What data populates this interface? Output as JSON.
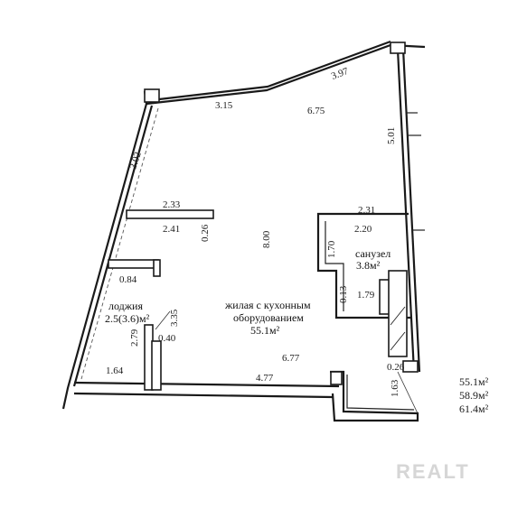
{
  "plan": {
    "dimensions": {
      "d_3_15": "3.15",
      "d_3_97": "3.97",
      "d_6_75": "6.75",
      "d_5_01": "5.01",
      "d_3_02": "3.02",
      "d_2_33": "2.33",
      "d_2_41": "2.41",
      "d_0_26_a": "0.26",
      "d_8_00": "8.00",
      "d_2_31": "2.31",
      "d_2_20": "2.20",
      "d_1_70": "1.70",
      "d_0_84": "0.84",
      "d_1_79": "1.79",
      "d_0_13": "0.13",
      "d_3_35": "3.35",
      "d_2_79": "2.79",
      "d_0_40": "0.40",
      "d_6_77": "6.77",
      "d_1_64": "1.64",
      "d_4_77": "4.77",
      "d_0_26_b": "0.26",
      "d_1_63": "1.63"
    },
    "rooms": {
      "bathroom_name": "санузел",
      "bathroom_area": "3.8м²",
      "loggia_name": "лоджия",
      "loggia_area": "2.5(3.6)м²",
      "living_name_1": "жилая с кухонным",
      "living_name_2": "оборудованием",
      "living_area": "55.1м²"
    },
    "totals": [
      "55.1м²",
      "58.9м²",
      "61.4м²"
    ],
    "watermark": "REALT"
  }
}
